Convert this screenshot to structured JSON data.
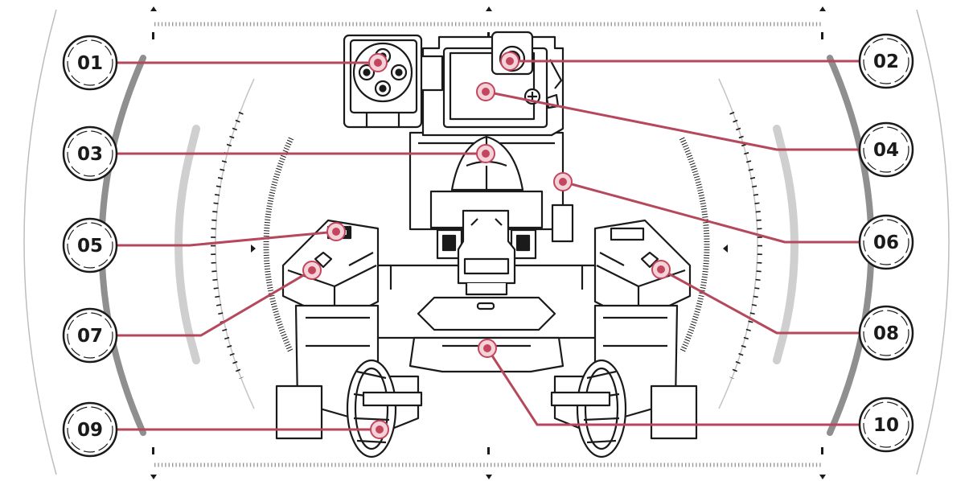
{
  "diagram": {
    "callouts": [
      {
        "label": "01"
      },
      {
        "label": "02"
      },
      {
        "label": "03"
      },
      {
        "label": "04"
      },
      {
        "label": "05"
      },
      {
        "label": "06"
      },
      {
        "label": "07"
      },
      {
        "label": "08"
      },
      {
        "label": "09"
      },
      {
        "label": "10"
      }
    ]
  },
  "colors": {
    "line": "#1a1a1a",
    "leader": "#b5485a",
    "hotspot": "#c4465c",
    "frame_light": "#c8c8c8",
    "frame_dark": "#8f8f8f"
  }
}
